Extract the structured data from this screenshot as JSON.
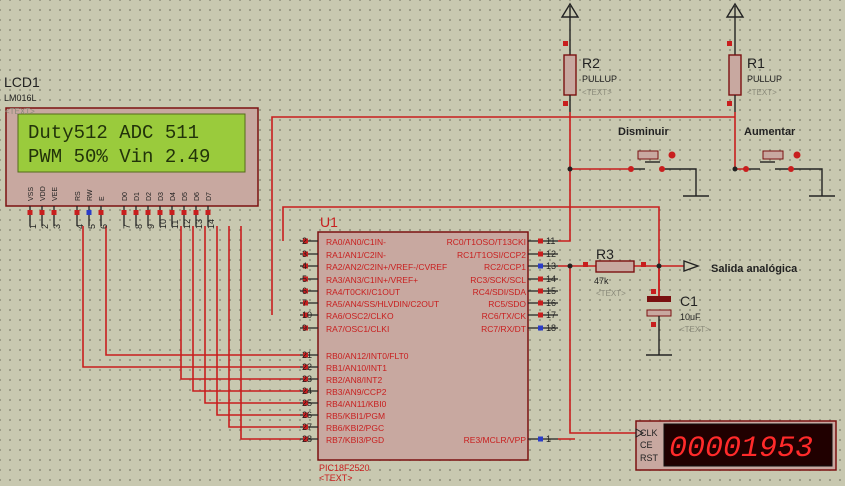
{
  "lcd": {
    "ref": "LCD1",
    "model": "LM016L",
    "text_hidden": "<TEXT>",
    "line1": "Duty512 ADC  511",
    "line2": "PWM 50% Vin 2.49",
    "pin_names": [
      "VSS",
      "VDD",
      "VEE",
      "RS",
      "RW",
      "E",
      "D0",
      "D1",
      "D2",
      "D3",
      "D4",
      "D5",
      "D6",
      "D7"
    ],
    "pin_numbers": [
      "1",
      "2",
      "3",
      "4",
      "5",
      "6",
      "7",
      "8",
      "9",
      "10",
      "11",
      "12",
      "13",
      "14"
    ]
  },
  "mcu": {
    "ref": "U1",
    "part": "PIC18F2520",
    "text": "<TEXT>",
    "left_pins": [
      {
        "num": "2",
        "label": "RA0/AN0/C1IN-"
      },
      {
        "num": "3",
        "label": "RA1/AN1/C2IN-"
      },
      {
        "num": "4",
        "label": "RA2/AN2/C2IN+/VREF-/CVREF"
      },
      {
        "num": "5",
        "label": "RA3/AN3/C1IN+/VREF+"
      },
      {
        "num": "6",
        "label": "RA4/T0CKI/C1OUT"
      },
      {
        "num": "7",
        "label": "RA5/AN4/SS/HLVDIN/C2OUT"
      },
      {
        "num": "10",
        "label": "RA6/OSC2/CLKO"
      },
      {
        "num": "9",
        "label": "RA7/OSC1/CLKI"
      },
      {
        "num": "21",
        "label": "RB0/AN12/INT0/FLT0"
      },
      {
        "num": "22",
        "label": "RB1/AN10/INT1"
      },
      {
        "num": "23",
        "label": "RB2/AN8/INT2"
      },
      {
        "num": "24",
        "label": "RB3/AN9/CCP2"
      },
      {
        "num": "25",
        "label": "RB4/AN11/KBI0"
      },
      {
        "num": "26",
        "label": "RB5/KBI1/PGM"
      },
      {
        "num": "27",
        "label": "RB6/KBI2/PGC"
      },
      {
        "num": "28",
        "label": "RB7/KBI3/PGD"
      }
    ],
    "right_pins": [
      {
        "num": "11",
        "label": "RC0/T1OSO/T13CKI"
      },
      {
        "num": "12",
        "label": "RC1/T1OSI/CCP2"
      },
      {
        "num": "13",
        "label": "RC2/CCP1"
      },
      {
        "num": "14",
        "label": "RC3/SCK/SCL"
      },
      {
        "num": "15",
        "label": "RC4/SDI/SDA"
      },
      {
        "num": "16",
        "label": "RC5/SDO"
      },
      {
        "num": "17",
        "label": "RC6/TX/CK"
      },
      {
        "num": "18",
        "label": "RC7/RX/DT"
      },
      {
        "num": "1",
        "label": "RE3/MCLR/VPP"
      }
    ]
  },
  "resistors": [
    {
      "ref": "R2",
      "value": "PULLUP",
      "text": "<TEXT>"
    },
    {
      "ref": "R1",
      "value": "PULLUP",
      "text": "<TEXT>"
    },
    {
      "ref": "R3",
      "value": "47k",
      "text": "<TEXT>"
    }
  ],
  "capacitor": {
    "ref": "C1",
    "value": "10uF",
    "text": "<TEXT>"
  },
  "buttons": [
    {
      "label": "Disminuir"
    },
    {
      "label": "Aumentar"
    }
  ],
  "output_label": "Salida analógica",
  "counter": {
    "pins": [
      "CLK",
      "CE",
      "RST"
    ],
    "display": "00001953"
  },
  "colors": {
    "background": "#c8c8b0",
    "wire": "#c81e1e",
    "component_fill": "#c8a8a0",
    "component_stroke": "#7a1010",
    "lcd_screen": "#9acb3c",
    "lcd_text": "#22330a",
    "led_on": "#ff2a2a",
    "led_bg": "#200000"
  }
}
